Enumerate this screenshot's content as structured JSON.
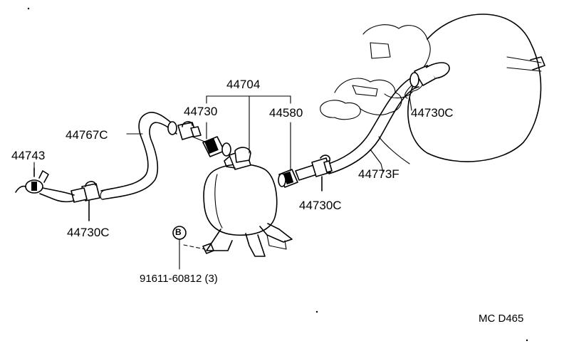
{
  "labels": {
    "p44704": "44704",
    "p44730": "44730",
    "p44580": "44580",
    "p44767c": "44767C",
    "p44743": "44743",
    "p44730c_left": "44730C",
    "p44730c_mid": "44730C",
    "p44730c_right": "44730C",
    "p44773f": "44773F",
    "bolt": "91611-60812 (3)",
    "bolt_marker": "B"
  },
  "footer": {
    "code": "MC  D465"
  }
}
